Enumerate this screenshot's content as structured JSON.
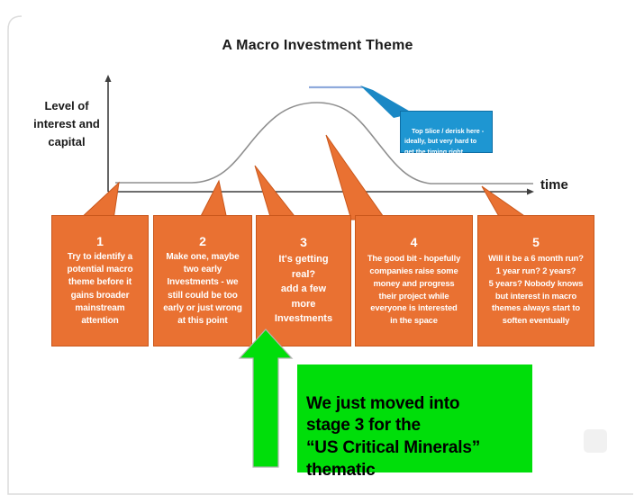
{
  "title": "A Macro Investment Theme",
  "axis": {
    "y_label": "Level of\ninterest and\ncapital",
    "x_label": "time"
  },
  "blue_callout": {
    "text": "Top Slice / derisk here -\nideally, but very hard to\nget the timing right",
    "color": "#1E96D2"
  },
  "stages": [
    {
      "number": "1",
      "text": "Try to identify a\npotential macro\ntheme before it\ngains broader\nmainstream\nattention"
    },
    {
      "number": "2",
      "text": "Make one, maybe\ntwo early\nInvestments - we\nstill could be too\nearly or just wrong\nat this point"
    },
    {
      "number": "3",
      "text": "It's getting\nreal?\nadd a few\nmore\nInvestments"
    },
    {
      "number": "4",
      "text": "The good bit - hopefully\ncompanies raise some\nmoney and progress\ntheir project while\neveryone is interested\nin the space"
    },
    {
      "number": "5",
      "text": "Will it be a 6 month run?\n1 year run? 2 years?\n5 years? Nobody knows\nbut interest in macro\nthemes always start to\nsoften eventually"
    }
  ],
  "annotation": {
    "text": "We just moved into\nstage 3 for the\n“US Critical Minerals”\nthematic",
    "color": "#00DE0A"
  },
  "colors": {
    "stage_orange": "#E97132",
    "stage_border": "#C9571B",
    "callout_blue": "#1E96D2",
    "callout_blue_border": "#0E6EA5",
    "annotation_green": "#00DE0A",
    "curve_gray": "#8F8F8F",
    "axis_dark": "#3F3F3F",
    "top_slice_line": "#8FAADC"
  }
}
